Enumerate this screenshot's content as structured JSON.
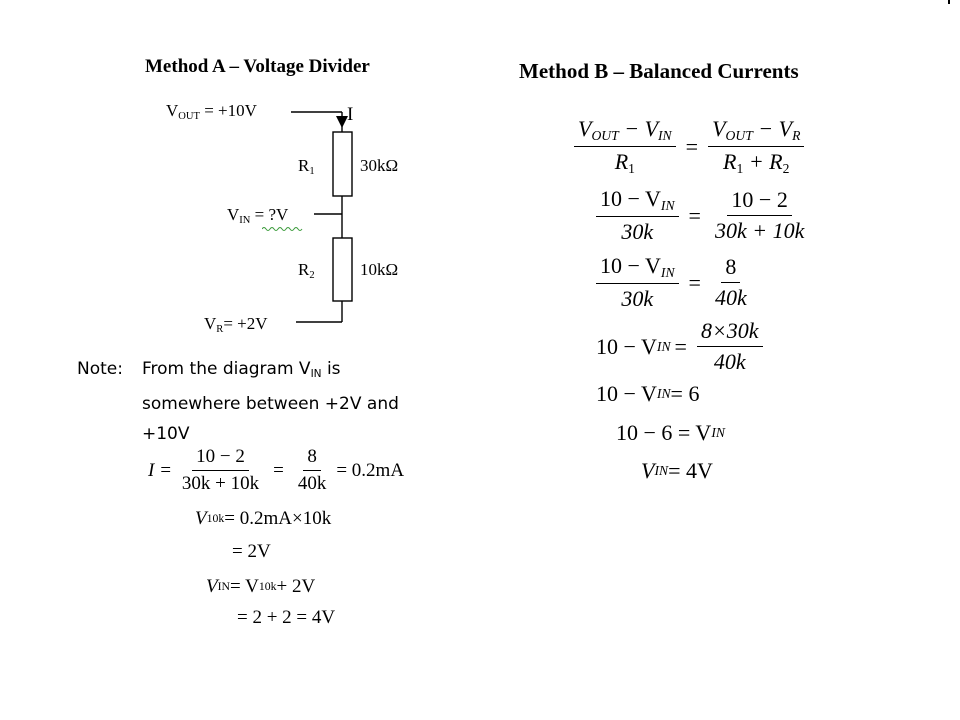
{
  "method_a": {
    "title": "Method A – Voltage Divider",
    "vout_V": "V",
    "vout_sub": "OUT",
    "vout_val": " = +10V",
    "current_label": "I",
    "r1_R": "R",
    "r1_sub": "1",
    "r1_value": "30kΩ",
    "vin_V": "V",
    "vin_sub": "IN",
    "vin_eq": " = ",
    "vin_val": "?V",
    "r2_R": "R",
    "r2_sub": "2",
    "r2_value": "10kΩ",
    "vr_V": "V",
    "vr_sub": "R",
    "vr_val": "= +2V",
    "note_prefix": "Note:",
    "note_l1a": "From the diagram V",
    "note_l1sub": "IN",
    "note_l1b": " is",
    "note_l2": "somewhere between +2V and",
    "note_l3": "+10V",
    "eq1": {
      "lhs": "I =",
      "f1_num": "10 − 2",
      "f1_den": "30k + 10k",
      "eq": "=",
      "f2_num": "8",
      "f2_den": "40k",
      "rhs": "= 0.2mA"
    },
    "eq2": {
      "V": "V",
      "sub": "10k",
      "rhs": " = 0.2mA×10k"
    },
    "eq3": {
      "rhs": "= 2V"
    },
    "eq4": {
      "V": "V",
      "sub": "IN",
      "mid": " = V",
      "sub2": "10k",
      "rhs": " + 2V"
    },
    "eq5": {
      "rhs": "= 2 + 2 = 4V"
    }
  },
  "method_b": {
    "title": "Method B – Balanced Currents",
    "s1": {
      "n1a": "V",
      "n1s": "OUT",
      "n1b": " − V",
      "n1s2": "IN",
      "d1": "R",
      "d1s": "1",
      "eq": "=",
      "n2a": "V",
      "n2s": "OUT",
      "n2b": " − V",
      "n2s2": "R",
      "d2a": "R",
      "d2s": "1",
      "d2b": " + R",
      "d2s2": "2"
    },
    "s2": {
      "n1": "10 − V",
      "n1s": "IN",
      "d1": "30k",
      "eq": "=",
      "n2": "10 − 2",
      "d2": "30k + 10k"
    },
    "s3": {
      "n1": "10 − V",
      "n1s": "IN",
      "d1": "30k",
      "eq": "=",
      "n2": "8",
      "d2": "40k"
    },
    "s4": {
      "lhs": "10 − V",
      "lhss": "IN",
      "eq": "=",
      "n": "8×30k",
      "d": "40k"
    },
    "s5": {
      "lhs": "10 − V",
      "lhss": "IN",
      "rhs": " = 6"
    },
    "s6": {
      "lhs": "10 − 6 = V",
      "lhss": "IN"
    },
    "s7": {
      "lhs": "V",
      "lhss": "IN",
      "rhs": " = 4V"
    }
  }
}
